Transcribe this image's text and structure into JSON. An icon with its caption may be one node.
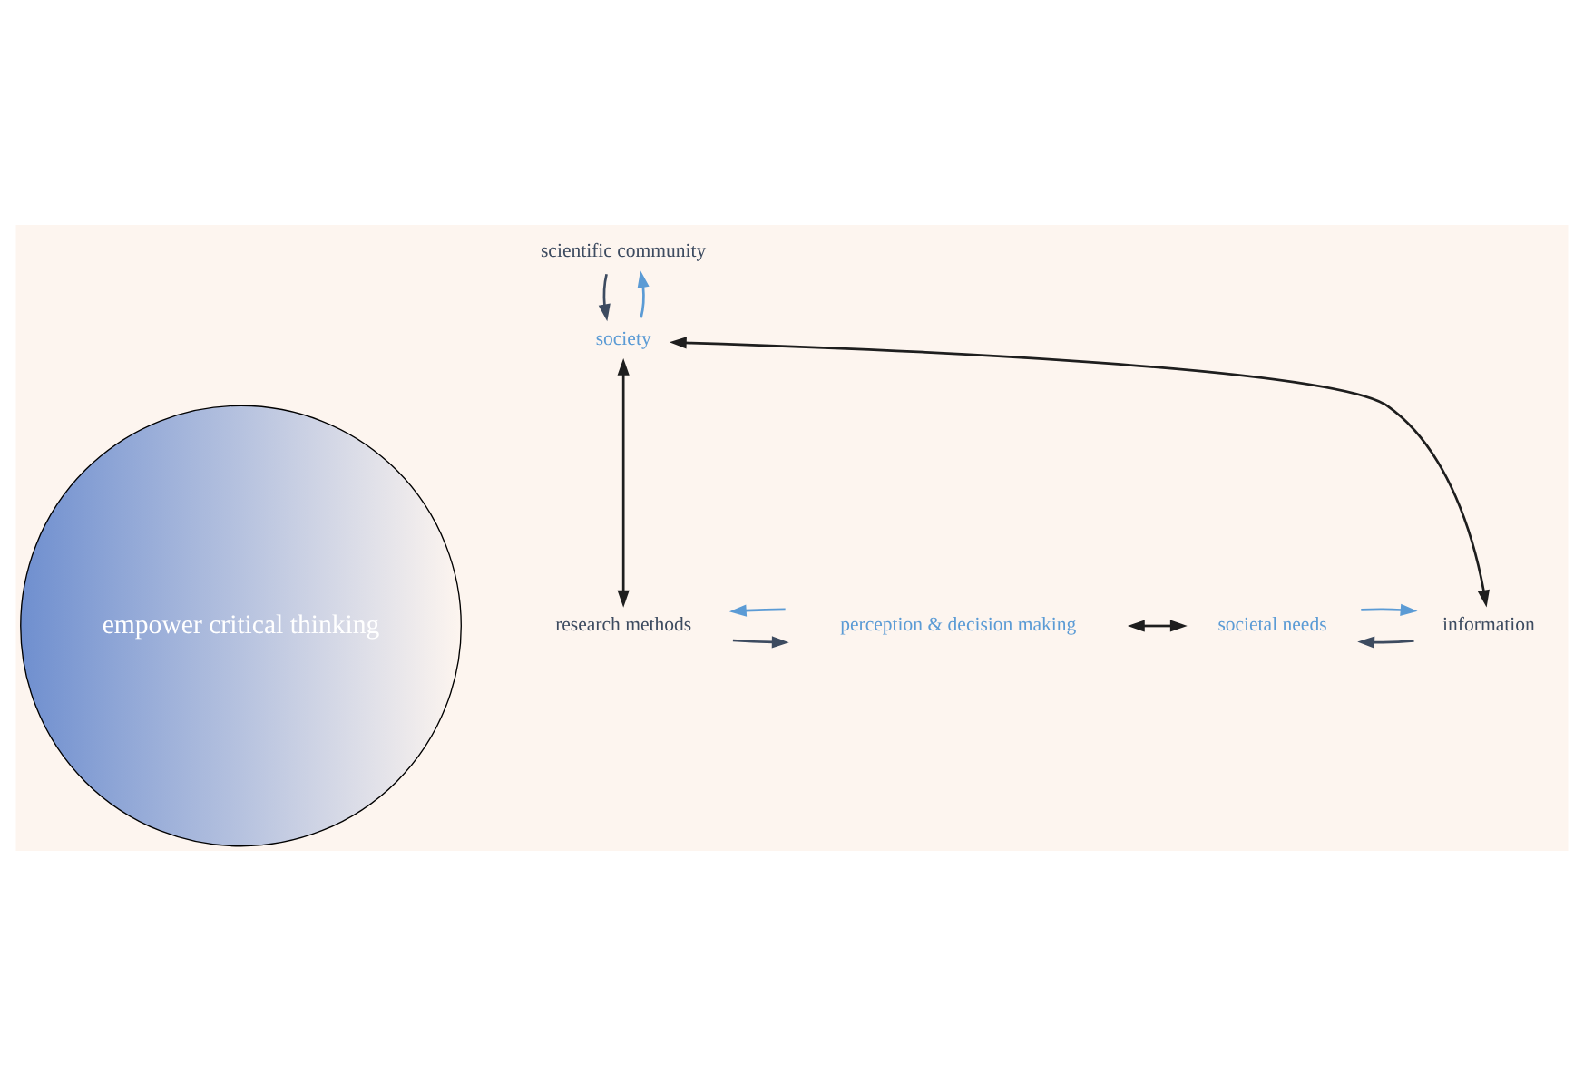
{
  "diagram": {
    "nodes": [
      {
        "text": [
          "empower critical thinking"
        ]
      },
      {
        "text": [
          "scientific community"
        ]
      },
      {
        "text": [
          "society"
        ]
      },
      {
        "text": [
          "research methods"
        ]
      },
      {
        "text": [
          "perception & decision making"
        ]
      },
      {
        "text": [
          "information"
        ]
      },
      {
        "text": [
          "societal needs"
        ]
      }
    ],
    "edges": [
      {
        "from": 1,
        "to": 2,
        "arrow": "to",
        "color": "#3d4b60"
      },
      {
        "from": 2,
        "to": 1,
        "arrow": "to",
        "color": "#5b9bd5"
      },
      {
        "from": 3,
        "to": 4,
        "arrow": "to",
        "color": "#3d4b60"
      },
      {
        "from": 4,
        "to": 3,
        "arrow": "to",
        "color": "#5b9bd5"
      },
      {
        "from": 5,
        "to": 6,
        "arrow": "to",
        "color": "#3d4b60"
      },
      {
        "from": 6,
        "to": 5,
        "arrow": "to",
        "color": "#5b9bd5"
      },
      {
        "from": 2,
        "to": 3,
        "arrow": "both",
        "color": "#1e1e1e"
      },
      {
        "from": 2,
        "to": 5,
        "arrow": "both",
        "color": "#1e1e1e"
      },
      {
        "from": 4,
        "to": 6,
        "arrow": "both",
        "color": "#1e1e1e"
      }
    ]
  }
}
